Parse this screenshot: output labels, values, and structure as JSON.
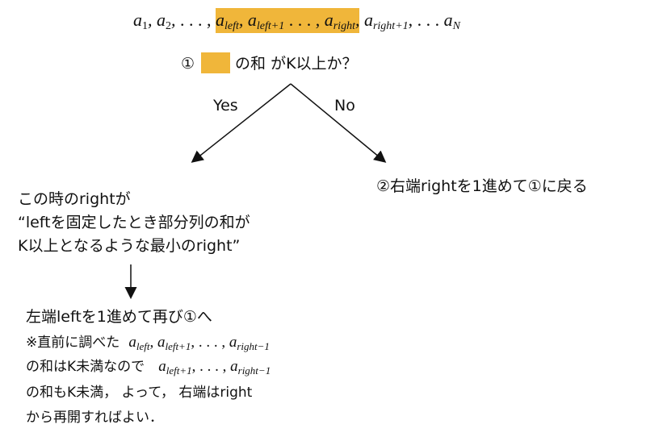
{
  "top_sequence": {
    "pre": "a₁, a₂, . . . ,",
    "hl_left": "a",
    "hl_left_sub": "left",
    "hl_left1": "a",
    "hl_left1_sub": "left+1",
    "hl_dots": " . . . ,",
    "hl_right": "a",
    "hl_right_sub": "right",
    "post_right1": "a",
    "post_right1_sub": "right+1",
    "post_dots": ", . . . a",
    "post_n_sub": "N"
  },
  "question": {
    "number": "①",
    "text": "の和 がK以上か？"
  },
  "branches": {
    "yes": "Yes",
    "no": "No"
  },
  "no_result": "②右端rightを1進めて①に戻る",
  "yes_result": {
    "line1": "この時のrightが",
    "line2": "“leftを固定したとき部分列の和が",
    "line3": "K以上となるような最小のright”"
  },
  "next_step": {
    "line1": "左端leftを1進めて再び①へ",
    "note1_text": "※直前に調べた",
    "note1_math": {
      "a1": "a",
      "s1": "left",
      "a2": "a",
      "s2": "left+1",
      "dots": ", . . . ,",
      "a3": "a",
      "s3": "right−1"
    },
    "note2_text": "の和はK未満なので",
    "note2_math": {
      "a1": "a",
      "s1": "left+1",
      "dots": ", . . . ,",
      "a2": "a",
      "s2": "right−1"
    },
    "note3": "の和もK未満，  よって，  右端はright",
    "note4": "から再開すればよい．"
  }
}
